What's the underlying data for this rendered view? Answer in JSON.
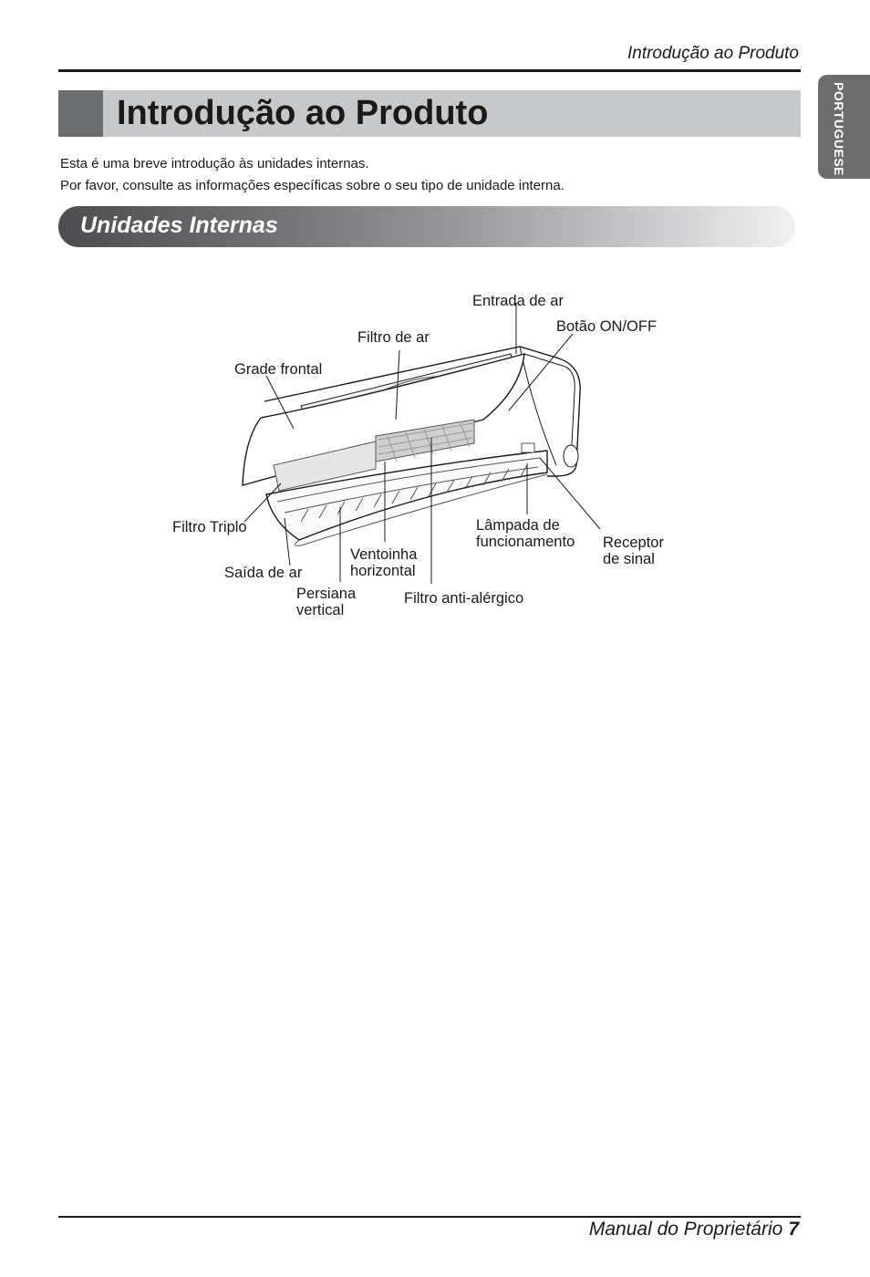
{
  "header": {
    "running_title": "Introdução ao Produto"
  },
  "side_tab": {
    "language": "PORTUGUESE"
  },
  "title": {
    "text": "Introdução ao Produto"
  },
  "intro": {
    "line1": "Esta é uma breve introdução às unidades internas.",
    "line2": "Por favor, consulte as informações específicas sobre o seu tipo de unidade interna."
  },
  "section": {
    "title": "Unidades Internas"
  },
  "diagram": {
    "labels": {
      "entrada_de_ar": "Entrada de ar",
      "botao_on_off": "Botão ON/OFF",
      "filtro_de_ar": "Filtro de ar",
      "grade_frontal": "Grade frontal",
      "filtro_triplo": "Filtro Triplo",
      "saida_de_ar": "Saída de ar",
      "persiana_line1": "Persiana",
      "persiana_line2": "vertical",
      "ventoinha_line1": "Ventoinha",
      "ventoinha_line2": "horizontal",
      "filtro_anti_alergico": "Filtro anti-alérgico",
      "lampada_line1": "Lâmpada de",
      "lampada_line2": "funcionamento",
      "receptor_line1": "Receptor",
      "receptor_line2": "de sinal"
    }
  },
  "footer": {
    "manual": "Manual do Proprietário",
    "page": "7"
  }
}
